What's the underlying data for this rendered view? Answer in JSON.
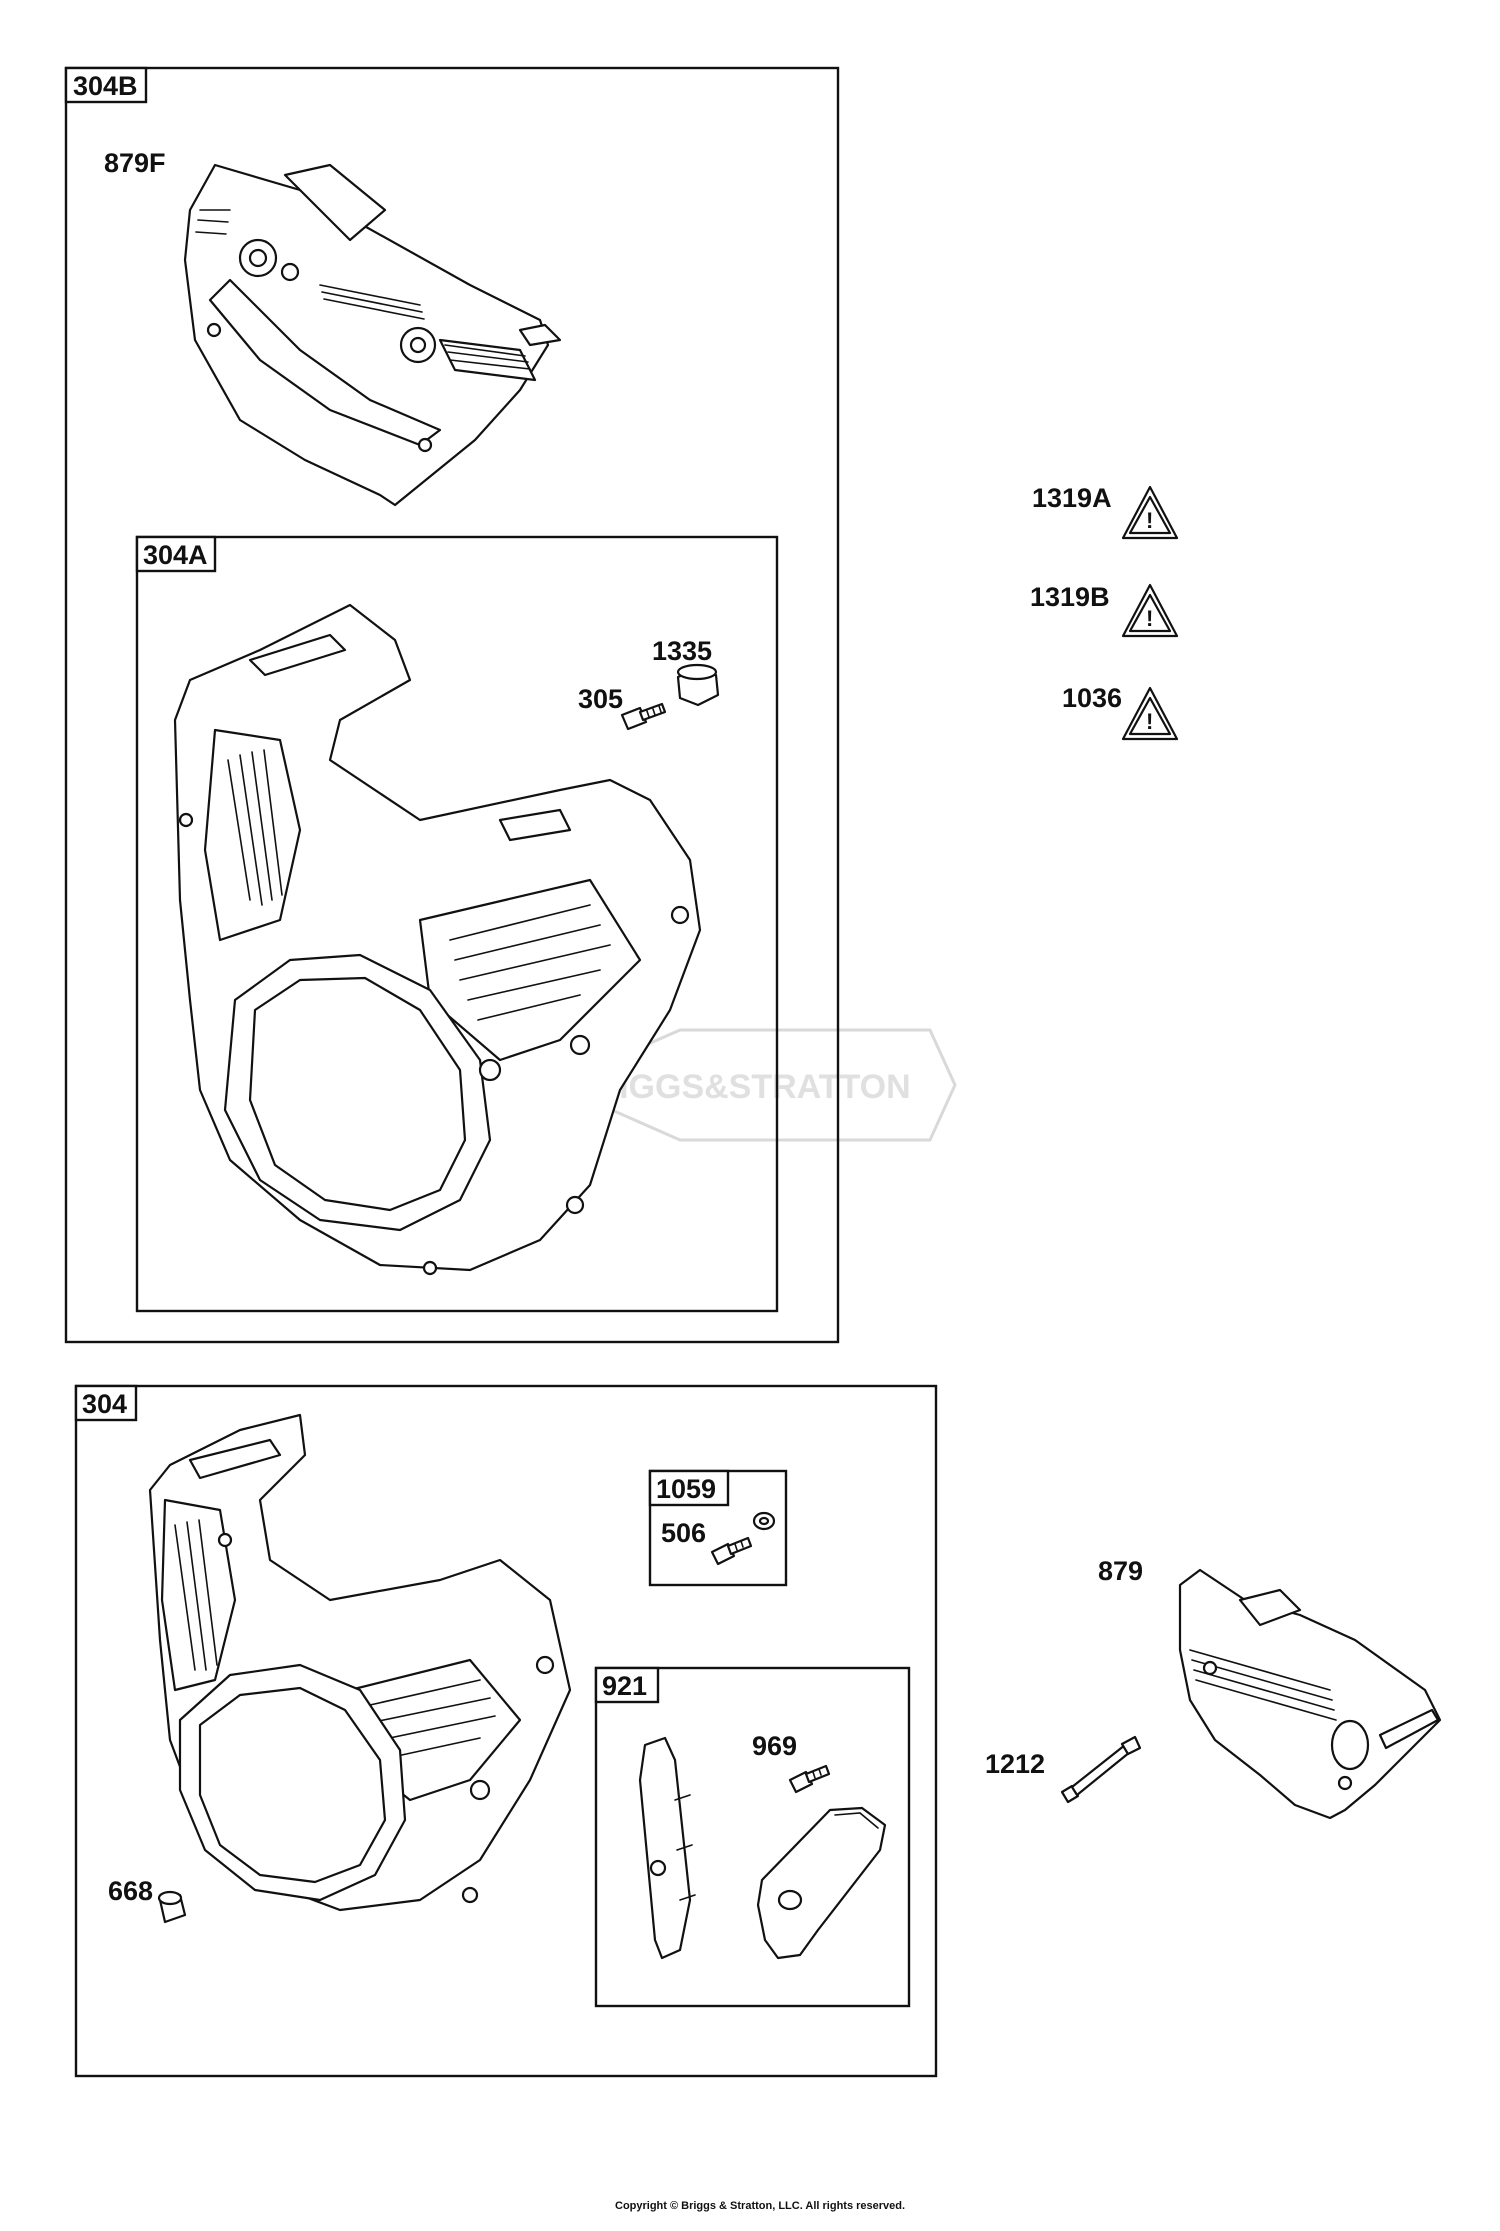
{
  "groups": {
    "g304B": "304B",
    "g304A": "304A",
    "g304": "304",
    "g1059": "1059",
    "g921": "921"
  },
  "parts": {
    "p879F": "879F",
    "p1335": "1335",
    "p305": "305",
    "p1319A": "1319A",
    "p1319B": "1319B",
    "p1036": "1036",
    "p506": "506",
    "p969": "969",
    "p668": "668",
    "p879": "879",
    "p1212": "1212"
  },
  "watermark": "BRIGGS&STRATTON",
  "copyright": "Copyright © Briggs & Stratton, LLC. All rights reserved."
}
